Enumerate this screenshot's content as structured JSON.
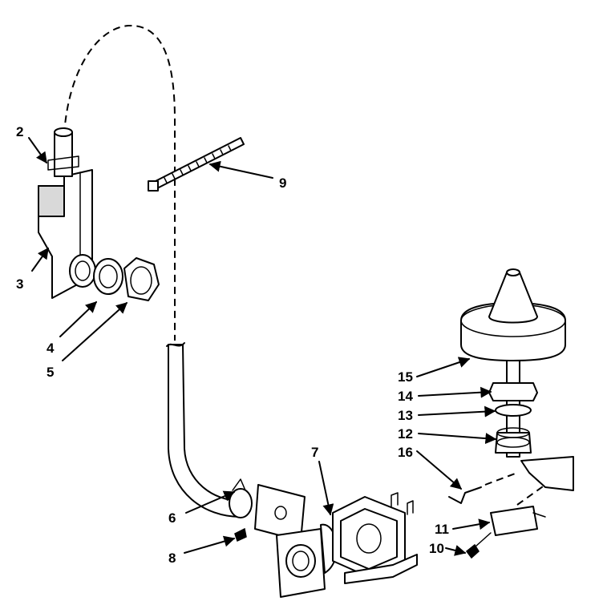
{
  "callouts": {
    "c1": "2",
    "c2": "3",
    "c3": "4",
    "c4": "5",
    "c5": "9",
    "c6": "7",
    "c7": "6",
    "c8": "8",
    "c9": "15",
    "c10": "14",
    "c11": "13",
    "c12": "12",
    "c13": "16",
    "c14": "11",
    "c15": "10"
  }
}
